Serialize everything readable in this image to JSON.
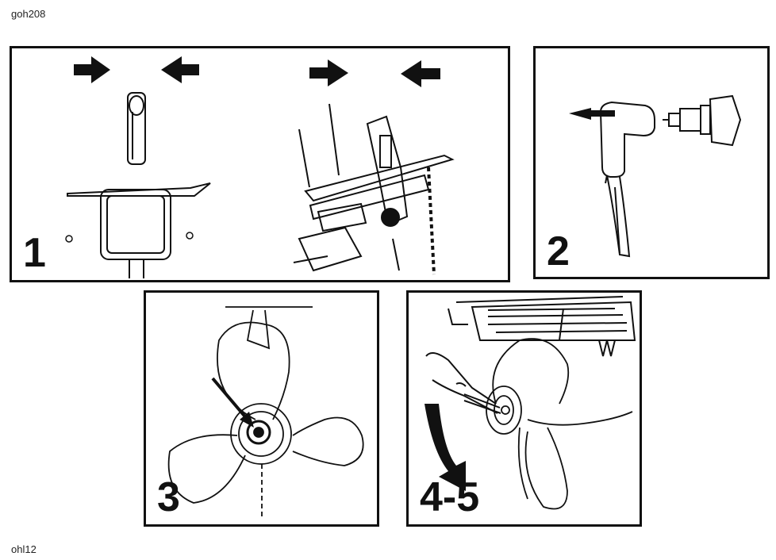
{
  "codes": {
    "top": "goh208",
    "bottom": "ohl12"
  },
  "panels": [
    {
      "step": "1"
    },
    {
      "step": "2"
    },
    {
      "step": "3"
    },
    {
      "step": "4-5"
    }
  ],
  "colors": {
    "ink": "#111111",
    "background": "#ffffff"
  }
}
